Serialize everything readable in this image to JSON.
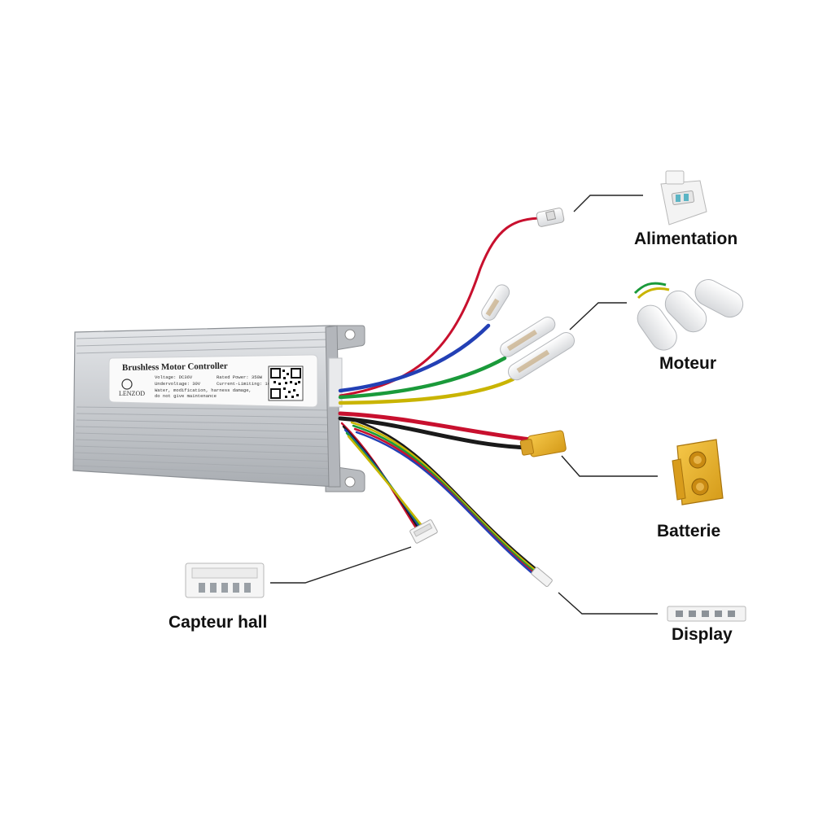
{
  "controller": {
    "title": "Brushless Motor Controller",
    "brand": "LENZOD",
    "spec_voltage": "Voltage: DC36V",
    "spec_rated_power": "Rated Power: 350W",
    "spec_undervoltage": "Undervoltage: 30V",
    "spec_current": "Current-Limiting: 16A",
    "warning_line1": "Water, modification, harness damage,",
    "warning_line2": "do not give maintenance"
  },
  "callouts": {
    "power": "Alimentation",
    "motor": "Moteur",
    "battery": "Batterie",
    "hall": "Capteur hall",
    "display": "Display"
  },
  "colors": {
    "aluminium": "#c9ccd0",
    "wire_red": "#c8102e",
    "wire_blue": "#2340b5",
    "wire_green": "#1a9a3a",
    "wire_yellow": "#c9b400",
    "wire_black": "#1a1a1a",
    "connector_yellow": "#e8b020",
    "connector_white": "#f2f2f2"
  }
}
